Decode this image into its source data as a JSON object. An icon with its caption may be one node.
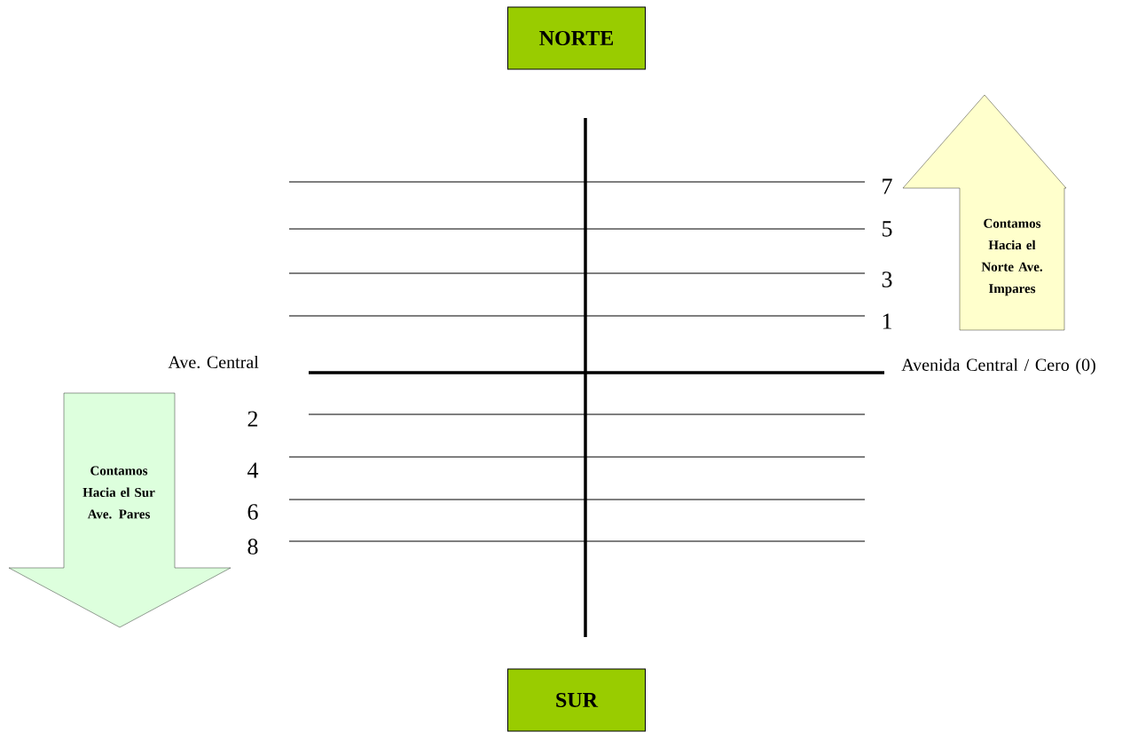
{
  "diagram": {
    "nodes": [
      {
        "text": [
          "NORTE"
        ]
      },
      {
        "text": [
          "Contamos Hacia el Norte Ave. Impares"
        ]
      },
      {
        "text": [
          "Contamos Hacia el Sur Ave. Pares"
        ]
      },
      {
        "text": [
          "SUR"
        ]
      }
    ],
    "edges": [],
    "labels": [
      "7",
      "5",
      "3",
      "1",
      "Ave. Central",
      "Avenida Central / Cero (0)",
      "2",
      "4",
      "6",
      "8"
    ]
  }
}
